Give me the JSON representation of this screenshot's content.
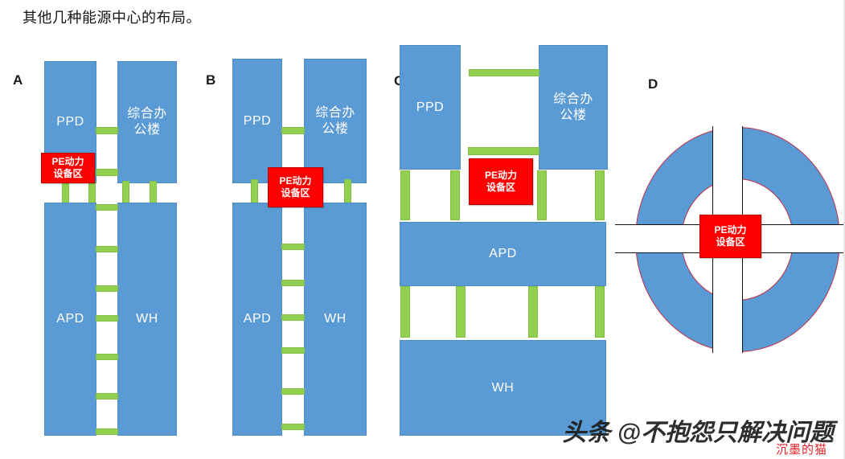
{
  "caption": "其他几种能源中心的布局。",
  "labels": {
    "ppd": "PPD",
    "apd": "APD",
    "wh": "WH",
    "office_line1": "综合办",
    "office_line2": "公楼",
    "pe_line1": "PE动力",
    "pe_line2": "设备区"
  },
  "panels": [
    {
      "id": "A",
      "letter": "A"
    },
    {
      "id": "B",
      "letter": "B"
    },
    {
      "id": "C",
      "letter": "C"
    },
    {
      "id": "D",
      "letter": "D"
    }
  ],
  "colors": {
    "building_fill": "#5B9BD5",
    "building_stroke": "#4E8CC2",
    "connector_fill": "#92D050",
    "connector_stroke": "#83BF45",
    "pe_fill": "#FF0000",
    "pe_stroke": "#C00000",
    "donut_stroke": "#C0304A",
    "band_stroke": "#111111",
    "caption_text": "#161616",
    "watermark_text": "#1d1d1d",
    "watermark_sub_text": "#e8232a"
  },
  "watermark": {
    "main": "头条 @不抱怨只解决问题",
    "sub": "沉墨的猫"
  }
}
